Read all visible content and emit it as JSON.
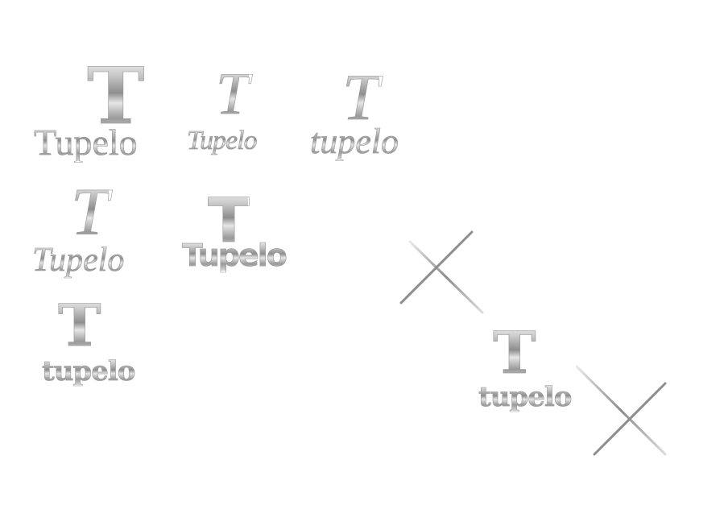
{
  "logos": [
    {
      "initial": "T",
      "word": "Tupelo"
    },
    {
      "initial": "T",
      "word": "Tupelo"
    },
    {
      "initial": "T",
      "word": "tupelo"
    },
    {
      "initial": "T",
      "word": "Tupelo"
    },
    {
      "initial": "T",
      "word": "Tupelo"
    },
    {
      "initial": "T",
      "word": "tupelo"
    },
    {
      "initial": "T",
      "word": "tupelo"
    }
  ],
  "colors": {
    "background": "#ffffff",
    "chrome_light": "#f2f2f2",
    "chrome_mid": "#b5b5b5",
    "chrome_dark": "#8c8c8c"
  }
}
